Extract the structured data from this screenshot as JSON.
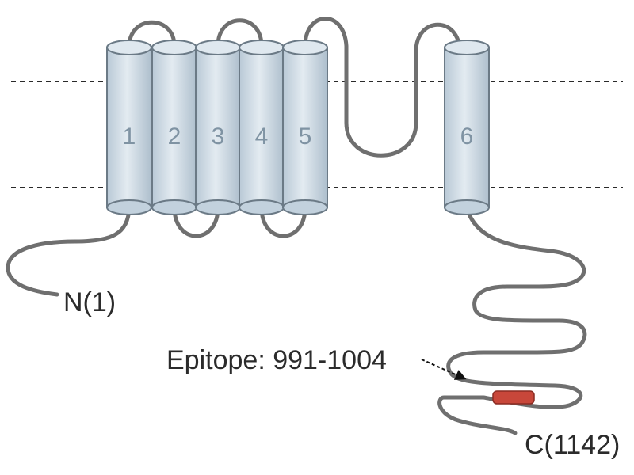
{
  "membrane": {
    "style": "dashed",
    "color": "#2a2a2a"
  },
  "helices": [
    {
      "label": "1"
    },
    {
      "label": "2"
    },
    {
      "label": "3"
    },
    {
      "label": "4"
    },
    {
      "label": "5"
    },
    {
      "label": "6"
    }
  ],
  "termini": {
    "n_label": "N(1)",
    "c_label": "C(1142)"
  },
  "epitope": {
    "label": "Epitope: 991-1004",
    "color": "#c8473a"
  },
  "colors": {
    "helix_fill": "#d6e1ea",
    "helix_stroke": "#6b7a86",
    "chain": "#6f6f6f",
    "helix_text": "#7f93a3"
  }
}
